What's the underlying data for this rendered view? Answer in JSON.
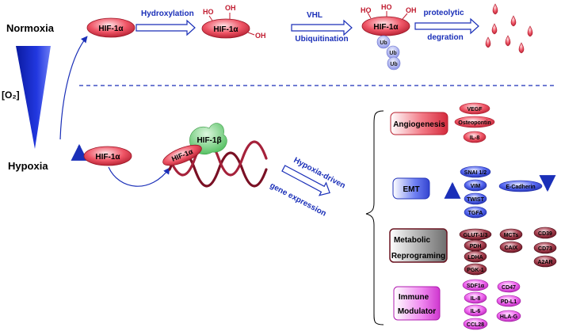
{
  "colors": {
    "arrow_blue": "#1a2fb8",
    "label_blue": "#1a2fb8",
    "hif_red": "#e3394b",
    "dark_red": "#7a1828",
    "emt_blue": "#3b4ee0",
    "metabolic_gray": "#8a8a8a",
    "immune_magenta": "#e040e0",
    "ub_purple": "#9aa2f0",
    "hif1b_green": "#6fd07a"
  },
  "normoxia": {
    "state_label": "Normoxia",
    "hif1a_label": "HIF-1α",
    "step1_label": "Hydroxylation",
    "hydroxylated_label": "HIF-1α",
    "oh_label": "OH",
    "ho_label": "HO",
    "vhl_label": "VHL",
    "ubiquitination_label": "Ubiquitination",
    "ub_label": "Ub",
    "proteolytic_label": "proteolytic",
    "degradation_label": "degration"
  },
  "gradient": {
    "o2_label": "[O₂]"
  },
  "hypoxia": {
    "state_label": "Hypoxia",
    "hif1a_label": "HIF-1α",
    "dna_hif1a_label": "HIF-1α",
    "hif1b_label": "HIF-1β",
    "driven_label_1": "Hypoxia-driven",
    "driven_label_2": "gene expression"
  },
  "outcomes": {
    "angiogenesis": {
      "title": "Angiogenesis",
      "genes": [
        "VEGF",
        "Osteopontin",
        "IL-8"
      ]
    },
    "emt": {
      "title": "EMT",
      "up_genes": [
        "SNAI 1/2",
        "VIM",
        "TWIST",
        "TGFA"
      ],
      "down_genes": [
        "E-Cadherin"
      ]
    },
    "metabolic": {
      "title_line1": "Metabolic",
      "title_line2": "Reprograming",
      "genes_col1": [
        "GLUT-1/3",
        "PDH",
        "LDHA",
        "PGK-1"
      ],
      "genes_col2": [
        "MCTs",
        "CAIX"
      ],
      "genes_col3": [
        "CD39",
        "CD73",
        "A2AR"
      ]
    },
    "immune": {
      "title_line1": "Immune",
      "title_line2": "Modulator",
      "genes_col1": [
        "SDF1α",
        "IL-8",
        "IL-6",
        "CCL28"
      ],
      "genes_col2": [
        "CD47",
        "PD-L1",
        "HLA-G"
      ]
    }
  }
}
